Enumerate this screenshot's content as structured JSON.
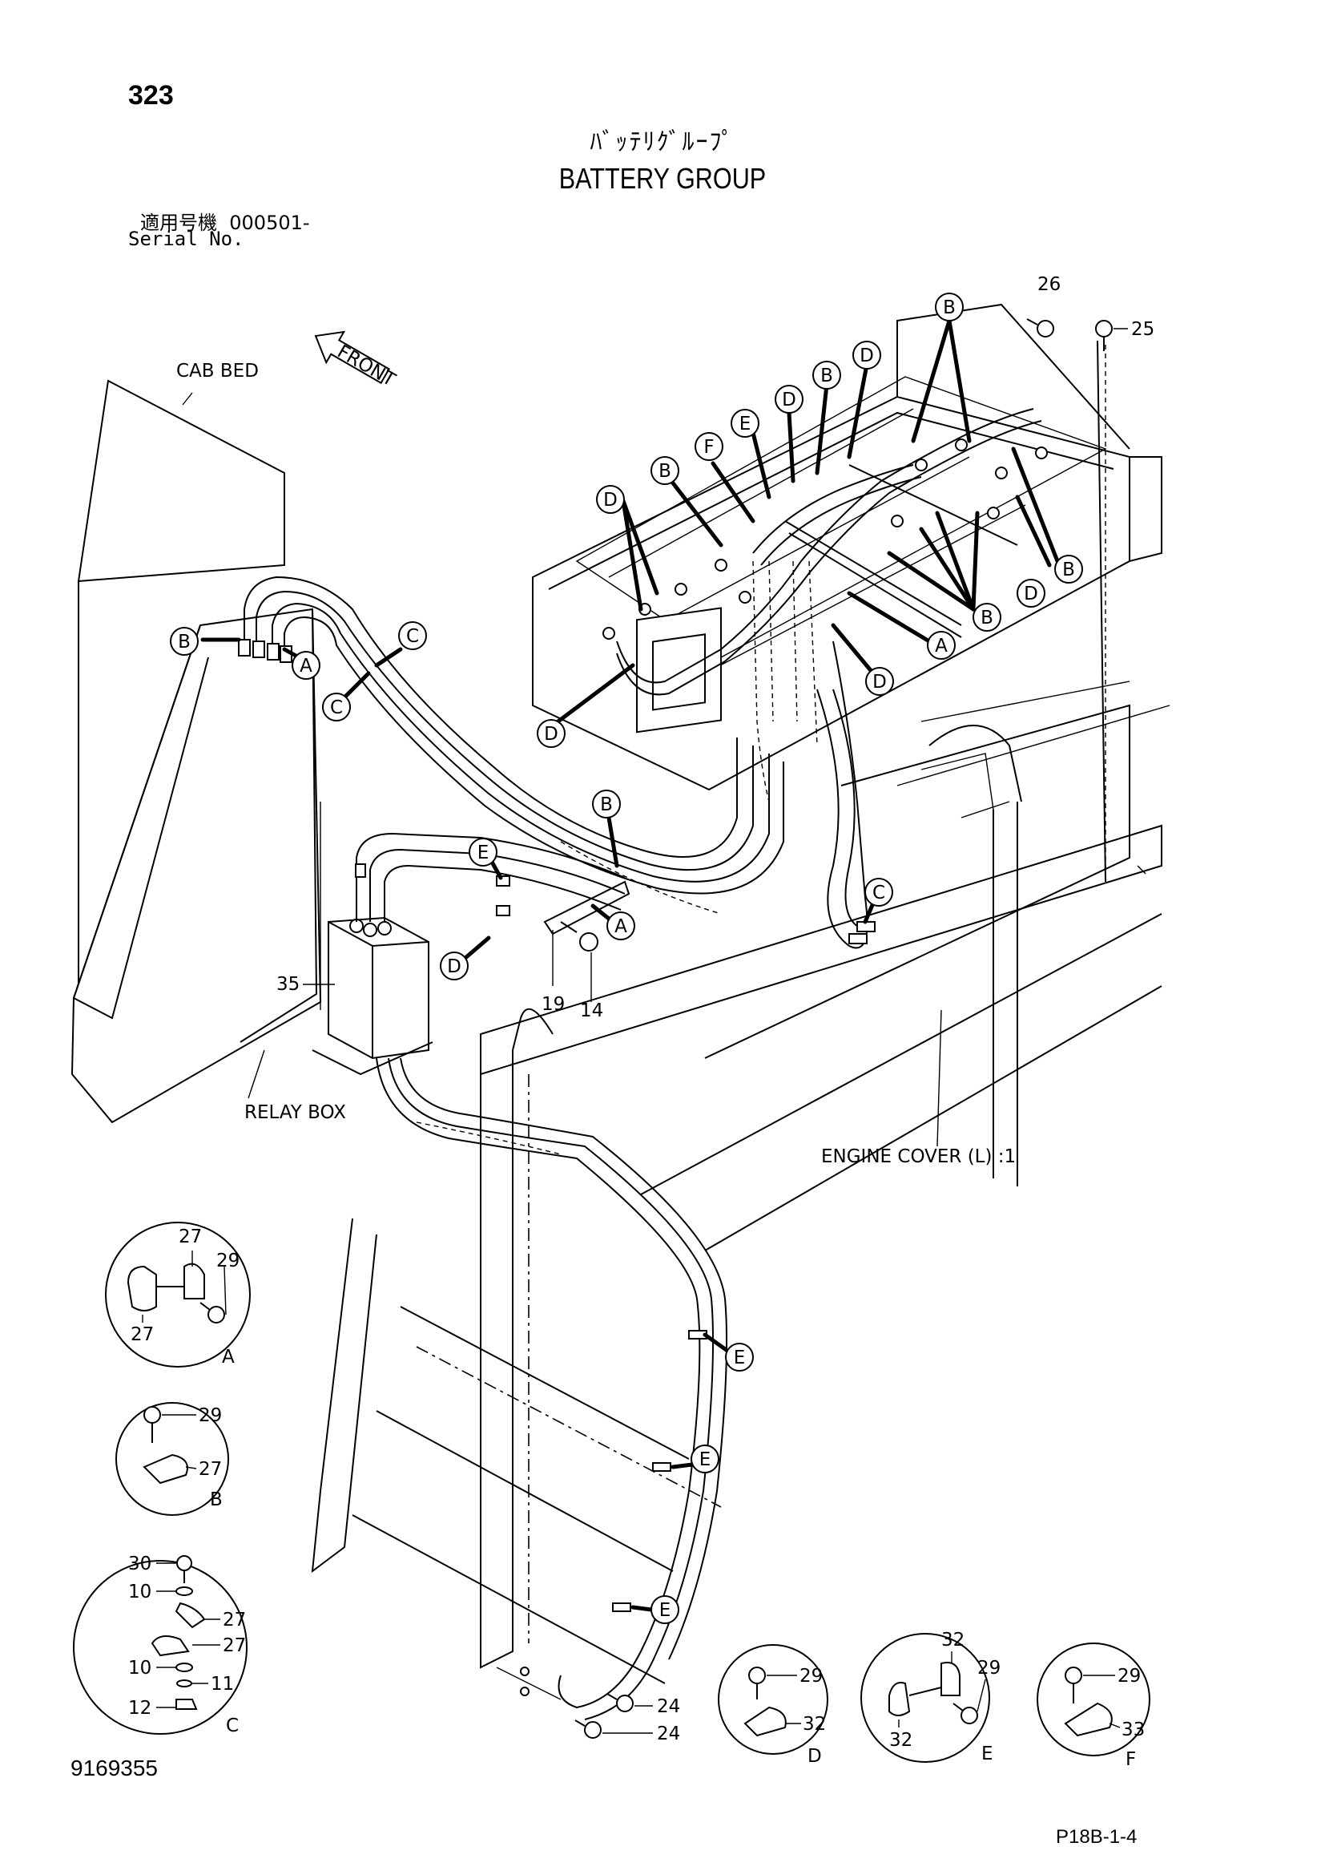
{
  "header": {
    "page_number": "323",
    "title_jp": "ﾊﾞｯﾃﾘｸﾞﾙｰﾌﾟ",
    "title_en": "BATTERY GROUP",
    "serial_label_jp": "適用号機",
    "serial_value": "000501-",
    "serial_label_en": "Serial No."
  },
  "labels": {
    "cab_bed": "CAB BED",
    "front": "FRONT",
    "relay_box": "RELAY BOX",
    "engine_cover": "ENGINE COVER (L) :1"
  },
  "part_numbers": {
    "p26": "26",
    "p25": "25",
    "p35": "35",
    "p19": "19",
    "p14": "14",
    "p24a": "24",
    "p24b": "24",
    "detA_27a": "27",
    "detA_29": "29",
    "detA_27b": "27",
    "detB_29": "29",
    "detB_27": "27",
    "detC_30": "30",
    "detC_10a": "10",
    "detC_27a": "27",
    "detC_27b": "27",
    "detC_10b": "10",
    "detC_11": "11",
    "detC_12": "12",
    "detD_29": "29",
    "detD_32": "32",
    "detE_32a": "32",
    "detE_29": "29",
    "detE_32b": "32",
    "detF_29": "29",
    "detF_33": "33"
  },
  "clamp_callouts": {
    "top_b1": "B",
    "top_b2": "B",
    "top_d1": "D",
    "top_d2": "D",
    "top_e": "E",
    "top_f": "F",
    "top_b3": "B",
    "top_d3": "D",
    "top_b4": "B",
    "top_d4": "D",
    "top_b5": "B",
    "top_a1": "A",
    "top_d5": "D",
    "top_d6": "D",
    "cab_b": "B",
    "cab_a": "A",
    "cab_c1": "C",
    "cab_c2": "C",
    "mid_b": "B",
    "mid_a": "A",
    "mid_e": "E",
    "mid_d": "D",
    "right_c": "C",
    "low_e1": "E",
    "low_e2": "E",
    "low_e3": "E"
  },
  "detail_views": {
    "A": "A",
    "B": "B",
    "C": "C",
    "D": "D",
    "E": "E",
    "F": "F"
  },
  "footer": {
    "doc_number": "9169355",
    "page_ref": "P18B-1-4"
  }
}
